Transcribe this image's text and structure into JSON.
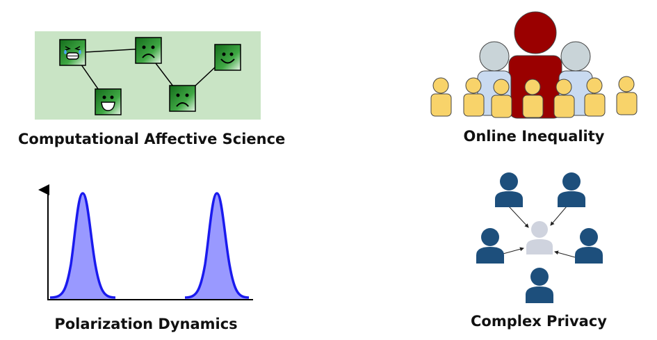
{
  "panels": {
    "affective": {
      "caption": "Computational Affective Science"
    },
    "inequality": {
      "caption": "Online Inequality"
    },
    "polarization": {
      "caption": "Polarization Dynamics"
    },
    "privacy": {
      "caption": "Complex Privacy"
    }
  },
  "colors": {
    "network_bg": "#c9e4c5",
    "node_green": "#2e9a33",
    "crowd_red": "#9a0000",
    "crowd_gray": "#c9d4d8",
    "crowd_lightblue": "#c9daf0",
    "crowd_yellow": "#f8d36a",
    "curve_fill": "#9999ff",
    "curve_stroke": "#1a1aee",
    "privacy_dark": "#1d4f7c",
    "privacy_light": "#cfd3de"
  },
  "icons": {
    "affective": [
      "crying-face-icon",
      "sad-face-icon",
      "smile-face-icon",
      "laugh-face-icon",
      "sad-face-icon"
    ],
    "inequality": [
      "person-icon"
    ],
    "privacy": [
      "person-icon",
      "arrow-icon"
    ]
  }
}
